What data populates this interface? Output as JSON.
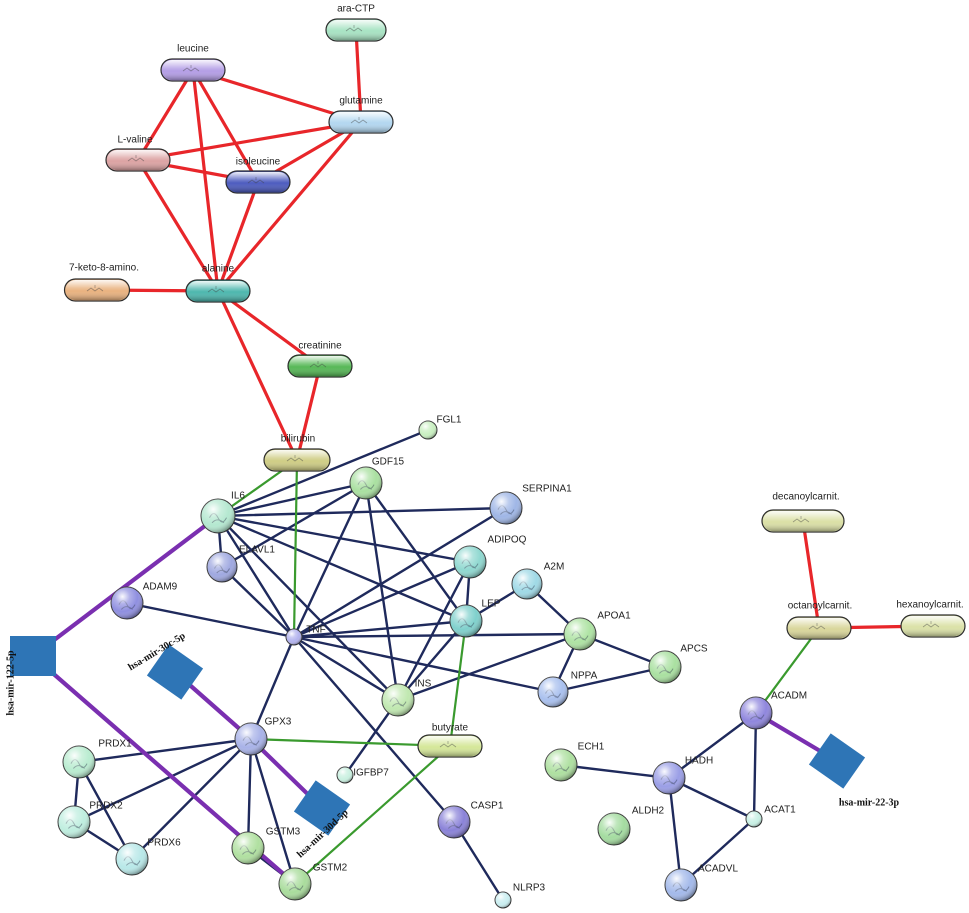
{
  "diagram": {
    "nodes": [
      {
        "label": "ara-CTP",
        "color": "#a8e3c3"
      },
      {
        "label": "leucine",
        "color": "#b49ee6"
      },
      {
        "label": "glutamine",
        "color": "#b3d7f0"
      },
      {
        "label": "L-valine",
        "color": "#dca3a3"
      },
      {
        "label": "isoleucine",
        "color": "#4d5cbf"
      },
      {
        "label": "7-keto-8-amino.",
        "color": "#e9b27f"
      },
      {
        "label": "alanine",
        "color": "#4db7ae"
      },
      {
        "label": "creatinine",
        "color": "#57b857"
      },
      {
        "label": "bilirubin",
        "color": "#cfcd85"
      },
      {
        "label": "butyrate",
        "color": "#d5e799"
      },
      {
        "label": "decanoylcarnit.",
        "color": "#dbe0a6"
      },
      {
        "label": "octanoylcarnit.",
        "color": "#d9d69b"
      },
      {
        "label": "hexanoylcarnit.",
        "color": "#dbe2a8"
      },
      {
        "label": "FGL1",
        "color": "#c8efc0"
      },
      {
        "label": "GDF15",
        "color": "#a9e0a0"
      },
      {
        "label": "IL6",
        "color": "#b4e8d0"
      },
      {
        "label": "SERPINA1",
        "color": "#9fb6e6"
      },
      {
        "label": "ADIPOQ",
        "color": "#8fd8d0"
      },
      {
        "label": "ELAVL1",
        "color": "#9fa8e0"
      },
      {
        "label": "A2M",
        "color": "#9fd9e6"
      },
      {
        "label": "ADAM9",
        "color": "#8f8fe0"
      },
      {
        "label": "TNF",
        "color": "#b3b3ee"
      },
      {
        "label": "LEP",
        "color": "#7fd0cc"
      },
      {
        "label": "APOA1",
        "color": "#aee3a3"
      },
      {
        "label": "APCS",
        "color": "#a9e0a0"
      },
      {
        "label": "NPPA",
        "color": "#a9c0ee"
      },
      {
        "label": "INS",
        "color": "#c0e8b0"
      },
      {
        "label": "GPX3",
        "color": "#a8b2e8"
      },
      {
        "label": "PRDX1",
        "color": "#b9ecd0"
      },
      {
        "label": "IGFBP7",
        "color": "#c9f0e0"
      },
      {
        "label": "ECH1",
        "color": "#aee0a0"
      },
      {
        "label": "HADH",
        "color": "#9a9ee6"
      },
      {
        "label": "ACADM",
        "color": "#8f86dd"
      },
      {
        "label": "PRDX2",
        "color": "#bfeedf"
      },
      {
        "label": "CASP1",
        "color": "#8a82d8"
      },
      {
        "label": "ALDH2",
        "color": "#a4dca0"
      },
      {
        "label": "ACAT1",
        "color": "#c8f0e4"
      },
      {
        "label": "GSTM3",
        "color": "#b0e0a0"
      },
      {
        "label": "PRDX6",
        "color": "#b8e8e8"
      },
      {
        "label": "ACADVL",
        "color": "#a3b9ea"
      },
      {
        "label": "GSTM2",
        "color": "#a9dc9c"
      },
      {
        "label": "NLRP3",
        "color": "#c9eef0"
      },
      {
        "label": "hsa-mir-122-5p",
        "color": "#2e75b6"
      },
      {
        "label": "hsa-mir-30c-5p",
        "color": "#2e75b6"
      },
      {
        "label": "hsa-mir-30d-5p",
        "color": "#2e75b6"
      },
      {
        "label": "hsa-mir-22-3p",
        "color": "#2e75b6"
      }
    ],
    "edge_groups": [
      {
        "color": "#e8262a",
        "pairs": [
          [
            0,
            2
          ],
          [
            1,
            2
          ],
          [
            1,
            3
          ],
          [
            1,
            4
          ],
          [
            1,
            6
          ],
          [
            3,
            2
          ],
          [
            3,
            4
          ],
          [
            3,
            6
          ],
          [
            2,
            4
          ],
          [
            2,
            6
          ],
          [
            4,
            6
          ],
          [
            5,
            6
          ],
          [
            6,
            7
          ],
          [
            6,
            8
          ],
          [
            7,
            8
          ],
          [
            10,
            11
          ],
          [
            11,
            12
          ]
        ]
      },
      {
        "color": "#1f2a5c",
        "pairs": [
          [
            15,
            13
          ],
          [
            15,
            14
          ],
          [
            15,
            16
          ],
          [
            15,
            17
          ],
          [
            15,
            22
          ],
          [
            15,
            26
          ],
          [
            15,
            21
          ],
          [
            15,
            18
          ],
          [
            14,
            18
          ],
          [
            14,
            21
          ],
          [
            14,
            22
          ],
          [
            14,
            26
          ],
          [
            21,
            20
          ],
          [
            21,
            18
          ],
          [
            21,
            17
          ],
          [
            21,
            22
          ],
          [
            21,
            26
          ],
          [
            21,
            27
          ],
          [
            21,
            34
          ],
          [
            21,
            23
          ],
          [
            21,
            25
          ],
          [
            21,
            16
          ],
          [
            17,
            22
          ],
          [
            17,
            26
          ],
          [
            19,
            22
          ],
          [
            19,
            23
          ],
          [
            22,
            26
          ],
          [
            23,
            24
          ],
          [
            23,
            25
          ],
          [
            23,
            26
          ],
          [
            25,
            24
          ],
          [
            26,
            29
          ],
          [
            27,
            28
          ],
          [
            27,
            33
          ],
          [
            27,
            38
          ],
          [
            27,
            37
          ],
          [
            27,
            40
          ],
          [
            28,
            33
          ],
          [
            28,
            38
          ],
          [
            33,
            38
          ],
          [
            37,
            40
          ],
          [
            34,
            41
          ],
          [
            30,
            31
          ],
          [
            31,
            32
          ],
          [
            31,
            36
          ],
          [
            31,
            39
          ],
          [
            32,
            36
          ],
          [
            36,
            39
          ]
        ]
      },
      {
        "color": "#3a9a2e",
        "pairs": [
          [
            8,
            15
          ],
          [
            8,
            21
          ],
          [
            9,
            27
          ],
          [
            9,
            22
          ],
          [
            9,
            40
          ],
          [
            11,
            32
          ]
        ]
      },
      {
        "color": "#7a2fb0",
        "pairs": [
          [
            42,
            15
          ],
          [
            42,
            40
          ],
          [
            43,
            27
          ],
          [
            44,
            27
          ],
          [
            45,
            32
          ]
        ]
      }
    ]
  }
}
